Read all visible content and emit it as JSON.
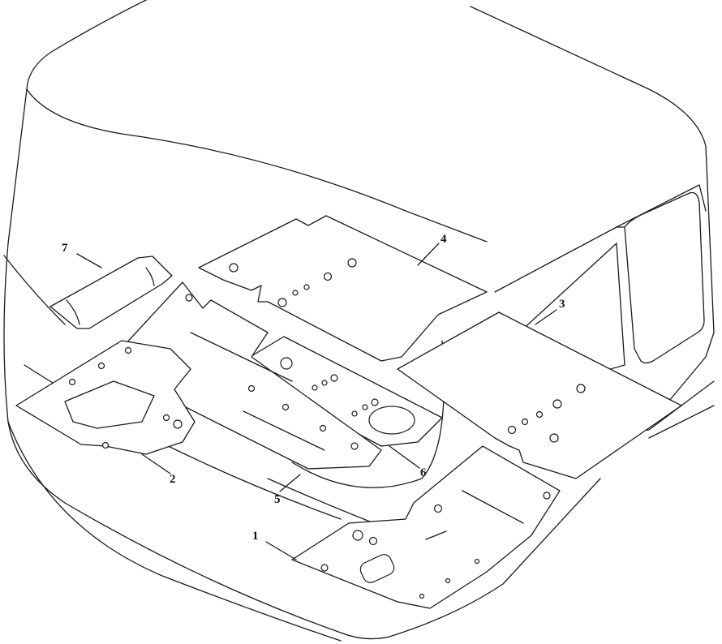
{
  "diagram": {
    "type": "exploded-view",
    "subject": "cab",
    "callouts": [
      "1",
      "2",
      "3",
      "4",
      "5",
      "6",
      "7"
    ]
  }
}
